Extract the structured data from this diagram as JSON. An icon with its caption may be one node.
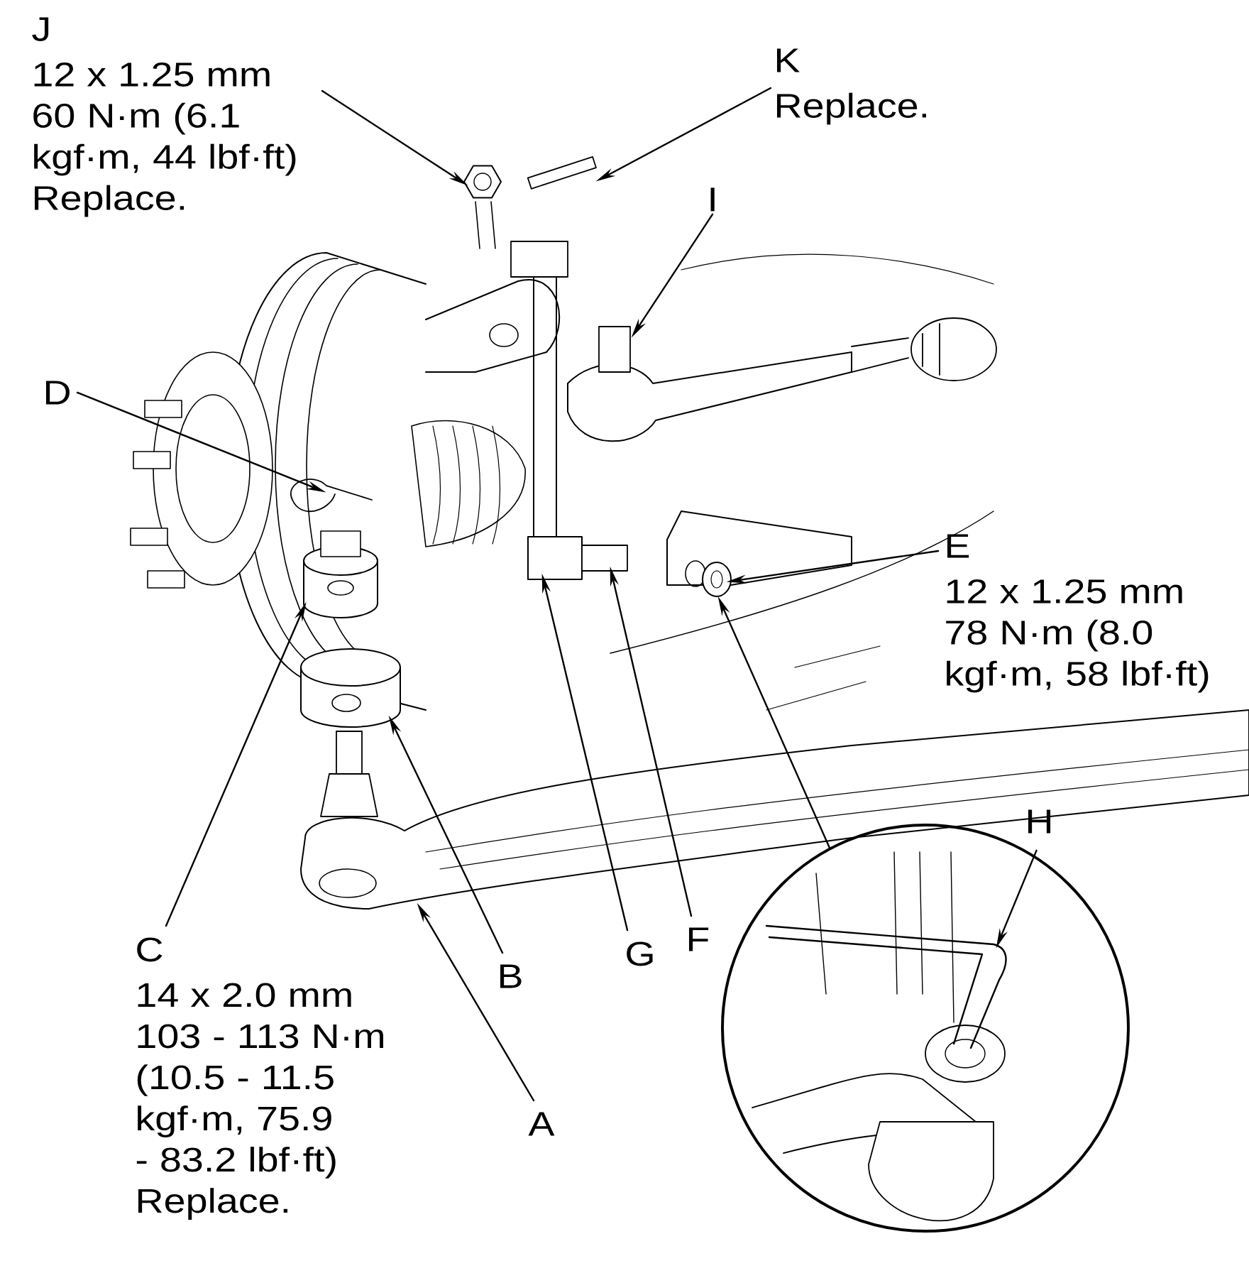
{
  "diagram": {
    "nodes": [
      {
        "text": [
          "J",
          "12 x 1.25 mm 60 N·m (6.1 kgf·m, 44 lbf·ft) Replace."
        ]
      },
      {
        "text": [
          "K",
          "Replace."
        ]
      },
      {
        "text": [
          "I"
        ]
      },
      {
        "text": [
          "D"
        ]
      },
      {
        "text": [
          "E",
          "12 x 1.25 mm 78 N·m (8.0 kgf·m, 58 lbf·ft)"
        ]
      },
      {
        "text": [
          "H"
        ]
      },
      {
        "text": [],
        "shape": "circle"
      },
      {
        "text": [
          "C",
          "14 x 2.0 mm 103 - 113 N·m (10.5 - 11.5 kgf·m, 75.9 - 83.2 lbf·ft) Replace."
        ]
      },
      {
        "text": [
          "G"
        ]
      },
      {
        "text": [
          "F"
        ]
      },
      {
        "text": [
          "B"
        ]
      },
      {
        "text": [
          "A"
        ]
      },
      {
        "text": [],
        "shape": "box"
      },
      {
        "text": [],
        "shape": "picture"
      },
      {
        "text": [],
        "shape": "picture"
      },
      {
        "text": [],
        "shape": "picture"
      },
      {
        "text": [],
        "shape": "box"
      },
      {
        "text": [],
        "shape": "box"
      },
      {
        "text": [],
        "shape": "picture"
      },
      {
        "text": [],
        "shape": "picture"
      },
      {
        "text": [],
        "shape": "picture"
      },
      {
        "text": [],
        "shape": "picture"
      },
      {
        "text": [],
        "shape": "picture",
        "in": 6
      }
    ],
    "edges": [
      {
        "from": 0,
        "to": 13,
        "arrow": "to"
      },
      {
        "from": 1,
        "to": 12,
        "arrow": "to"
      },
      {
        "from": 2,
        "to": 14,
        "arrow": "to"
      },
      {
        "from": 3,
        "to": 15,
        "arrow": "to"
      },
      {
        "from": 4,
        "to": 18,
        "arrow": "to"
      },
      {
        "from": 5,
        "to": 22,
        "arrow": "to"
      },
      {
        "from": 6,
        "to": 18,
        "arrow": "to"
      },
      {
        "from": 7,
        "to": 19,
        "arrow": "to"
      },
      {
        "from": 8,
        "to": 16,
        "arrow": "to"
      },
      {
        "from": 9,
        "to": 17,
        "arrow": "to"
      },
      {
        "from": 10,
        "to": 20,
        "arrow": "to"
      },
      {
        "from": 11,
        "to": 21,
        "arrow": "to"
      }
    ]
  }
}
